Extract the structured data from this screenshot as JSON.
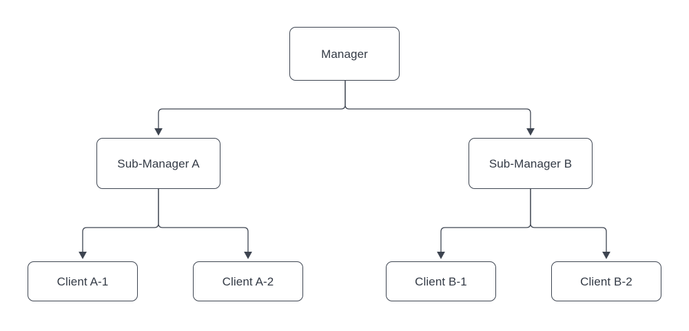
{
  "diagram": {
    "type": "org-chart",
    "title": "",
    "background_color": "#ffffff",
    "node_fill": "#ffffff",
    "node_border_color": "#3d4450",
    "edge_color": "#3d4450",
    "text_color": "#333a45",
    "nodes": [
      {
        "id": "manager",
        "label": "Manager",
        "level": 0
      },
      {
        "id": "sub_a",
        "label": "Sub-Manager A",
        "level": 1
      },
      {
        "id": "sub_b",
        "label": "Sub-Manager B",
        "level": 1
      },
      {
        "id": "client_a1",
        "label": "Client A-1",
        "level": 2
      },
      {
        "id": "client_a2",
        "label": "Client A-2",
        "level": 2
      },
      {
        "id": "client_b1",
        "label": "Client B-1",
        "level": 2
      },
      {
        "id": "client_b2",
        "label": "Client B-2",
        "level": 2
      }
    ],
    "edges": [
      {
        "from": "manager",
        "to": "sub_a",
        "arrow": "down"
      },
      {
        "from": "manager",
        "to": "sub_b",
        "arrow": "down"
      },
      {
        "from": "sub_a",
        "to": "client_a1",
        "arrow": "down"
      },
      {
        "from": "sub_a",
        "to": "client_a2",
        "arrow": "down"
      },
      {
        "from": "sub_b",
        "to": "client_b1",
        "arrow": "down"
      },
      {
        "from": "sub_b",
        "to": "client_b2",
        "arrow": "down"
      }
    ]
  }
}
